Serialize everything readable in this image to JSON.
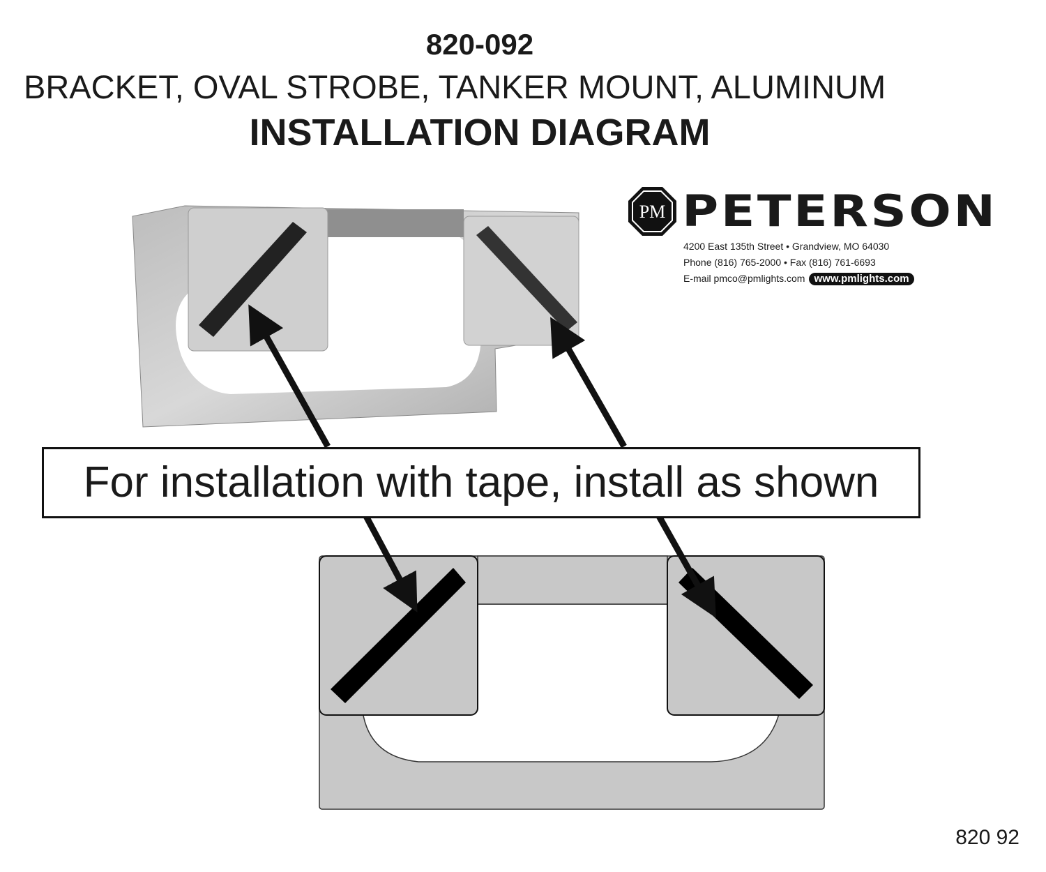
{
  "header": {
    "part_number": "820-092",
    "description": "BRACKET, OVAL STROBE, TANKER MOUNT, ALUMINUM",
    "doc_title": "INSTALLATION DIAGRAM"
  },
  "company": {
    "logo_initials": "PM",
    "name": "PETERSON",
    "address": "4200 East 135th Street • Grandview, MO 64030",
    "phone_fax": "Phone (816) 765-2000 • Fax (816) 761-6693",
    "email": "E-mail pmco@pmlights.com",
    "website": "www.pmlights.com"
  },
  "callout": "For installation with tape, install as shown",
  "footer_code": "820 92"
}
